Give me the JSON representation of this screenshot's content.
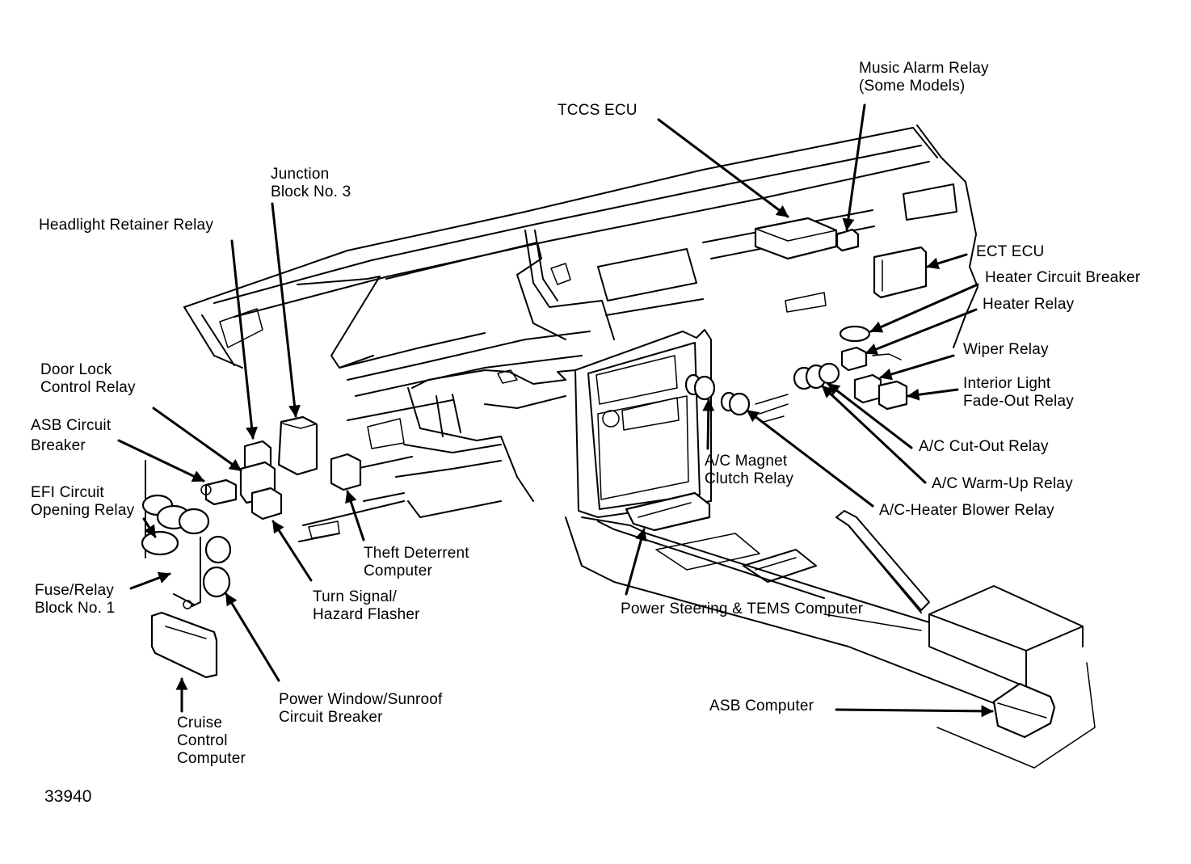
{
  "figure_number": "33940",
  "labels": {
    "music_alarm_relay": [
      "Music Alarm Relay",
      "(Some Models)"
    ],
    "tccs_ecu": [
      "TCCS ECU"
    ],
    "junction_block_3": [
      "Junction",
      "Block No. 3"
    ],
    "headlight_retainer_relay": [
      "Headlight Retainer Relay"
    ],
    "ect_ecu": [
      "ECT ECU"
    ],
    "heater_circuit_breaker": [
      "Heater Circuit Breaker"
    ],
    "heater_relay": [
      "Heater Relay"
    ],
    "wiper_relay": [
      "Wiper Relay"
    ],
    "interior_light_fade_out_relay": [
      "Interior Light",
      "Fade-Out Relay"
    ],
    "door_lock_control_relay": [
      "Door Lock",
      "Control Relay"
    ],
    "asb_circuit_breaker": [
      "ASB Circuit",
      "Breaker"
    ],
    "efi_circuit_opening_relay": [
      "EFI Circuit",
      "Opening Relay"
    ],
    "fuse_relay_block_1": [
      "Fuse/Relay",
      "Block No. 1"
    ],
    "ac_magnet_clutch_relay": [
      "A/C Magnet",
      "Clutch Relay"
    ],
    "ac_cut_out_relay": [
      "A/C Cut-Out Relay"
    ],
    "ac_warm_up_relay": [
      "A/C Warm-Up Relay"
    ],
    "ac_heater_blower_relay": [
      "A/C-Heater Blower Relay"
    ],
    "theft_deterrent_computer": [
      "Theft Deterrent",
      "Computer"
    ],
    "turn_signal_hazard_flasher": [
      "Turn Signal/",
      "Hazard Flasher"
    ],
    "power_steering_tems_computer": [
      "Power Steering & TEMS Computer"
    ],
    "power_window_sunroof_cb": [
      "Power Window/Sunroof",
      "Circuit Breaker"
    ],
    "cruise_control_computer": [
      "Cruise",
      "Control",
      "Computer"
    ],
    "asb_computer": [
      "ASB Computer"
    ]
  }
}
